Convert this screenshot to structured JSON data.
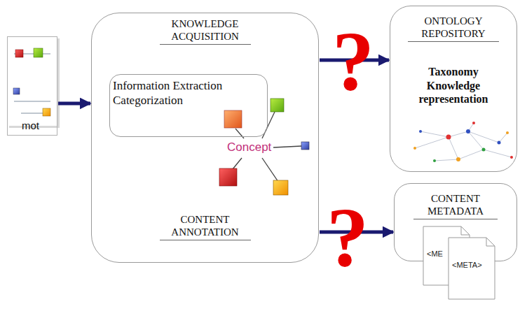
{
  "diagram": {
    "nodes": [
      {
        "text": [
          "mot"
        ]
      },
      {
        "text": [
          "KNOWLEDGE ACQUISITION",
          "CONTENT ANNOTATION"
        ]
      },
      {
        "text": [
          "Information Extraction Categorization"
        ],
        "in": 1
      },
      {
        "text": [
          "ONTOLOGY REPOSITORY",
          "Taxonomy Knowledge representation"
        ]
      },
      {
        "text": [
          "CONTENT METADATA"
        ]
      }
    ],
    "edges": [
      {
        "from": 0,
        "to": 1,
        "arrow": "to"
      },
      {
        "from": 1,
        "to": 3,
        "arrow": "to"
      },
      {
        "from": 1,
        "to": 4,
        "arrow": "to"
      }
    ],
    "labels": [
      "Concept",
      "?",
      "?",
      "<ME",
      "<META>"
    ]
  }
}
